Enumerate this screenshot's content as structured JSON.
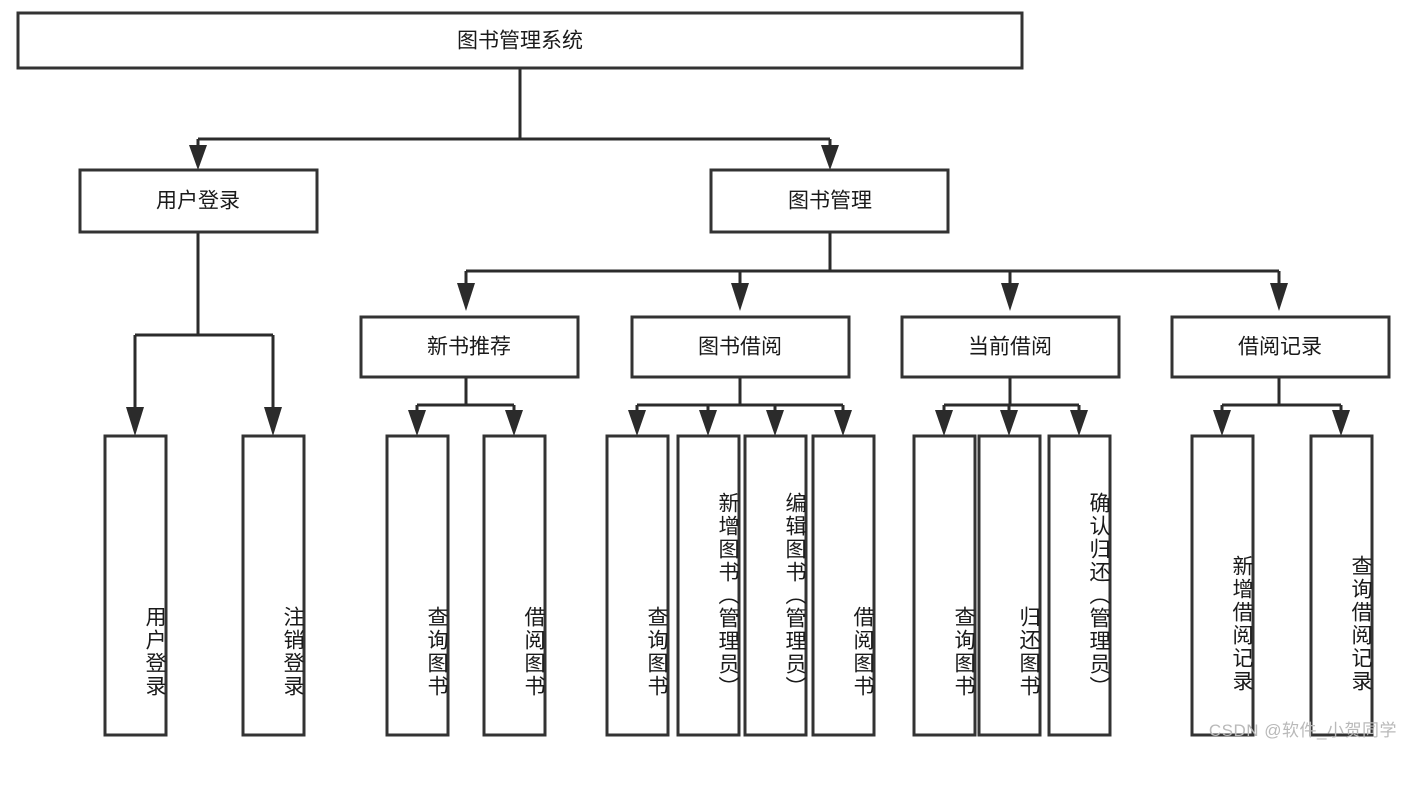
{
  "diagram": {
    "title": "图书管理系统",
    "type": "hierarchy-tree",
    "colors": {
      "box_fill": "#ffffff",
      "box_stroke": "#333333",
      "connector": "#2b2b2b",
      "text": "#1a1a1a",
      "watermark": "#b9b9b9",
      "background": "#ffffff"
    },
    "root": {
      "label": "图书管理系统",
      "orientation": "horizontal"
    },
    "level2": [
      {
        "label": "用户登录",
        "orientation": "horizontal"
      },
      {
        "label": "图书管理",
        "orientation": "horizontal"
      }
    ],
    "level3": [
      {
        "label": "新书推荐",
        "orientation": "horizontal",
        "parent": "图书管理"
      },
      {
        "label": "图书借阅",
        "orientation": "horizontal",
        "parent": "图书管理"
      },
      {
        "label": "当前借阅",
        "orientation": "horizontal",
        "parent": "图书管理"
      },
      {
        "label": "借阅记录",
        "orientation": "horizontal",
        "parent": "图书管理"
      }
    ],
    "leaves": {
      "用户登录": [
        {
          "label": "用户登录",
          "orientation": "vertical"
        },
        {
          "label": "注销登录",
          "orientation": "vertical"
        }
      ],
      "新书推荐": [
        {
          "label": "查询图书",
          "orientation": "vertical"
        },
        {
          "label": "借阅图书",
          "orientation": "vertical"
        }
      ],
      "图书借阅": [
        {
          "label": "查询图书",
          "orientation": "vertical"
        },
        {
          "label": "新增图书（管理员）",
          "orientation": "vertical"
        },
        {
          "label": "编辑图书（管理员）",
          "orientation": "vertical"
        },
        {
          "label": "借阅图书",
          "orientation": "vertical"
        }
      ],
      "当前借阅": [
        {
          "label": "查询图书",
          "orientation": "vertical"
        },
        {
          "label": "归还图书",
          "orientation": "vertical"
        },
        {
          "label": "确认归还（管理员）",
          "orientation": "vertical"
        }
      ],
      "借阅记录": [
        {
          "label": "新增借阅记录",
          "orientation": "vertical"
        },
        {
          "label": "查询借阅记录",
          "orientation": "vertical"
        }
      ]
    }
  },
  "watermark": {
    "text": "CSDN @软件_小贺同学"
  }
}
